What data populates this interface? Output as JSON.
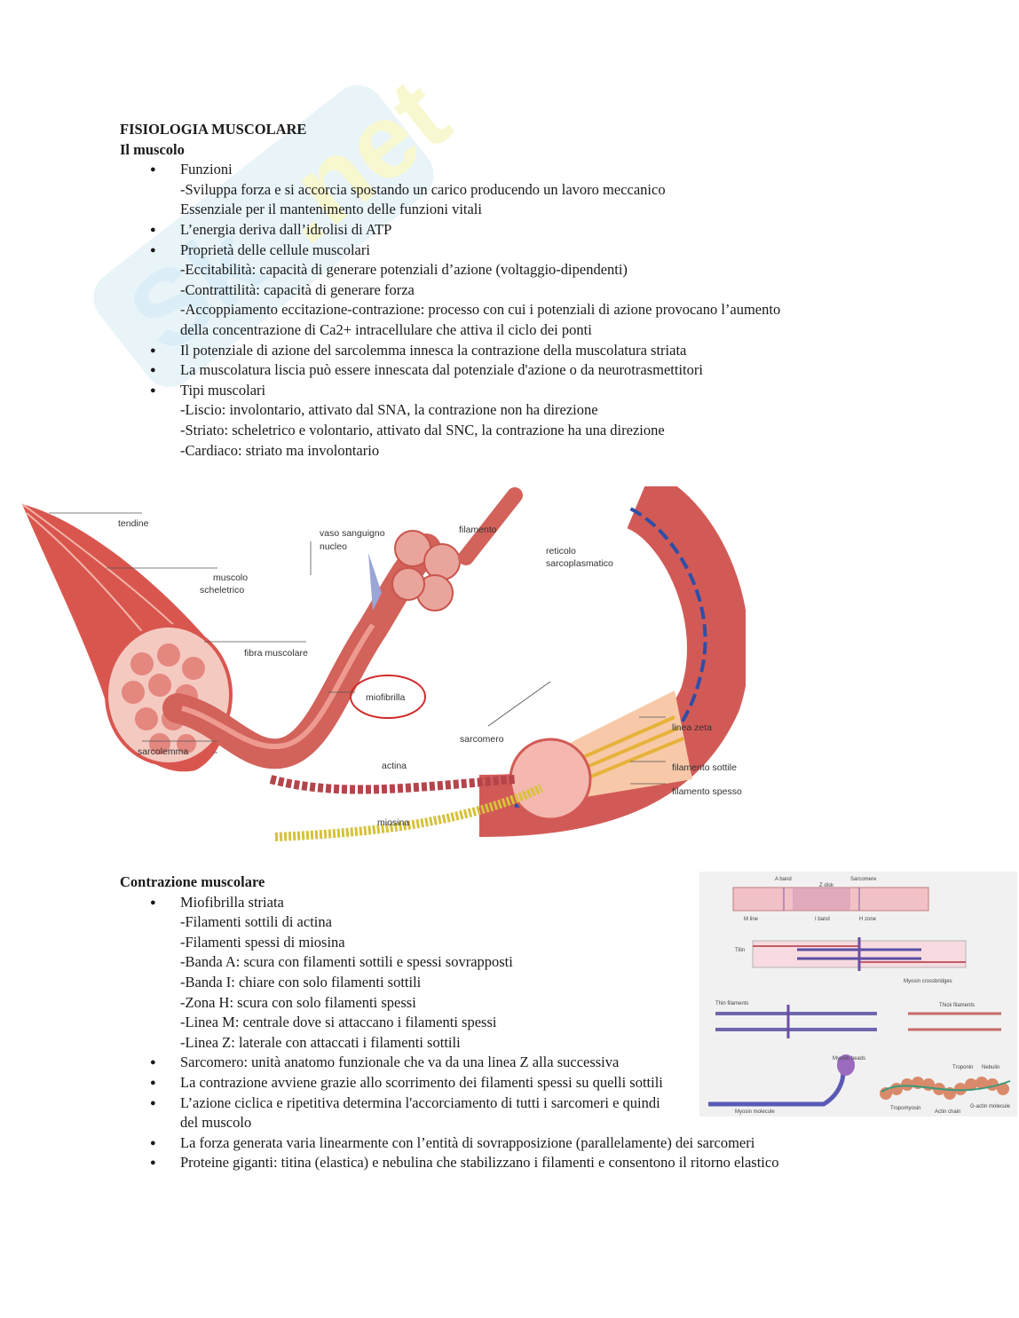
{
  "section1": {
    "title": "FISIOLOGIA MUSCOLARE",
    "subtitle": "Il muscolo",
    "items": [
      {
        "text": "Funzioni",
        "sub": [
          "-Sviluppa forza e si accorcia spostando un carico producendo un lavoro meccanico",
          "Essenziale per il mantenimento delle funzioni vitali"
        ]
      },
      {
        "text": "L’energia deriva dall’idrolisi di ATP",
        "sub": []
      },
      {
        "text": "Proprietà delle cellule muscolari",
        "sub": [
          "-Eccitabilità: capacità di generare potenziali d’azione (voltaggio-dipendenti)",
          "-Contrattilità: capacità di generare forza",
          "-Accoppiamento eccitazione-contrazione: processo con cui i potenziali di azione provocano l’aumento",
          "della concentrazione di Ca2+ intracellulare che attiva il ciclo dei ponti"
        ]
      },
      {
        "text": "Il potenziale di azione del sarcolemma innesca la contrazione della muscolatura striata",
        "sub": []
      },
      {
        "text": "La muscolatura liscia può essere innescata dal potenziale d'azione o da neurotrasmettitori",
        "sub": []
      },
      {
        "text": "Tipi muscolari",
        "sub": [
          "-Liscio: involontario, attivato dal SNA, la contrazione non ha direzione",
          "-Striato: scheletrico e volontario, attivato dal SNC, la contrazione ha una direzione",
          "-Cardiaco: striato ma involontario"
        ]
      }
    ]
  },
  "figure1": {
    "labels": {
      "tendine": "tendine",
      "muscolo": "muscolo",
      "scheletrico": "scheletrico",
      "fibra": "fibra muscolare",
      "sarcolemma": "sarcolemma",
      "vaso": "vaso sanguigno",
      "nucleo": "nucleo",
      "miofibrilla": "miofibrilla",
      "filamento": "filamento",
      "reticolo": "reticolo",
      "sarcoplasmatico": "sarcoplasmatico",
      "sarcomero": "sarcomero",
      "linea_zeta": "linea zeta",
      "filamento_sottile": "filamento sottile",
      "filamento_spesso": "filamento spesso",
      "actina": "actina",
      "miosina": "miosina"
    }
  },
  "section2": {
    "title": "Contrazione muscolare",
    "items": [
      {
        "text": "Miofibrilla striata",
        "sub": [
          "-Filamenti sottili di actina",
          "-Filamenti spessi di miosina",
          "-Banda A: scura con filamenti sottili e spessi sovrapposti",
          "-Banda I: chiare con solo filamenti sottili",
          "-Zona H: scura con solo filamenti spessi",
          "-Linea M: centrale dove si attaccano i filamenti spessi",
          "-Linea Z: laterale con attaccati i filamenti sottili"
        ]
      },
      {
        "text": "Sarcomero: unità anatomo funzionale che va da una linea Z alla successiva",
        "sub": []
      },
      {
        "text": "La contrazione avviene grazie allo scorrimento dei filamenti spessi su quelli sottili",
        "sub": [],
        "narrow": true
      },
      {
        "text": "L’azione ciclica e ripetitiva determina l'accorciamento di tutti i sarcomeri e quindi del muscolo",
        "sub": [],
        "narrow": true
      },
      {
        "text": "La forza generata varia linearmente con l’entità di sovrapposizione (parallelamente) dei sarcomeri",
        "sub": []
      },
      {
        "text": "Proteine giganti: titina (elastica) e nebulina che stabilizzano i filamenti e consentono il ritorno elastico",
        "sub": []
      }
    ]
  },
  "figure2": {
    "labels": {
      "a_band": "A band",
      "sarcomere": "Sarcomere",
      "z_disk": "Z disk",
      "m_line": "M line",
      "i_band": "I band",
      "h_zone": "H zone",
      "titin": "Titin",
      "myosin_crossbridges": "Myosin crossbridges",
      "thin_filaments": "Thin filaments",
      "thick_filaments": "Thick filaments",
      "myosin_heads": "Myosin heads",
      "myosin_molecule": "Myosin molecule",
      "tropomyosin": "Tropomyosin",
      "troponin": "Troponin",
      "nebulin": "Nebulin",
      "actin_chain": "Actin chain",
      "g_actin_molecule": "G-actin molecule"
    }
  }
}
